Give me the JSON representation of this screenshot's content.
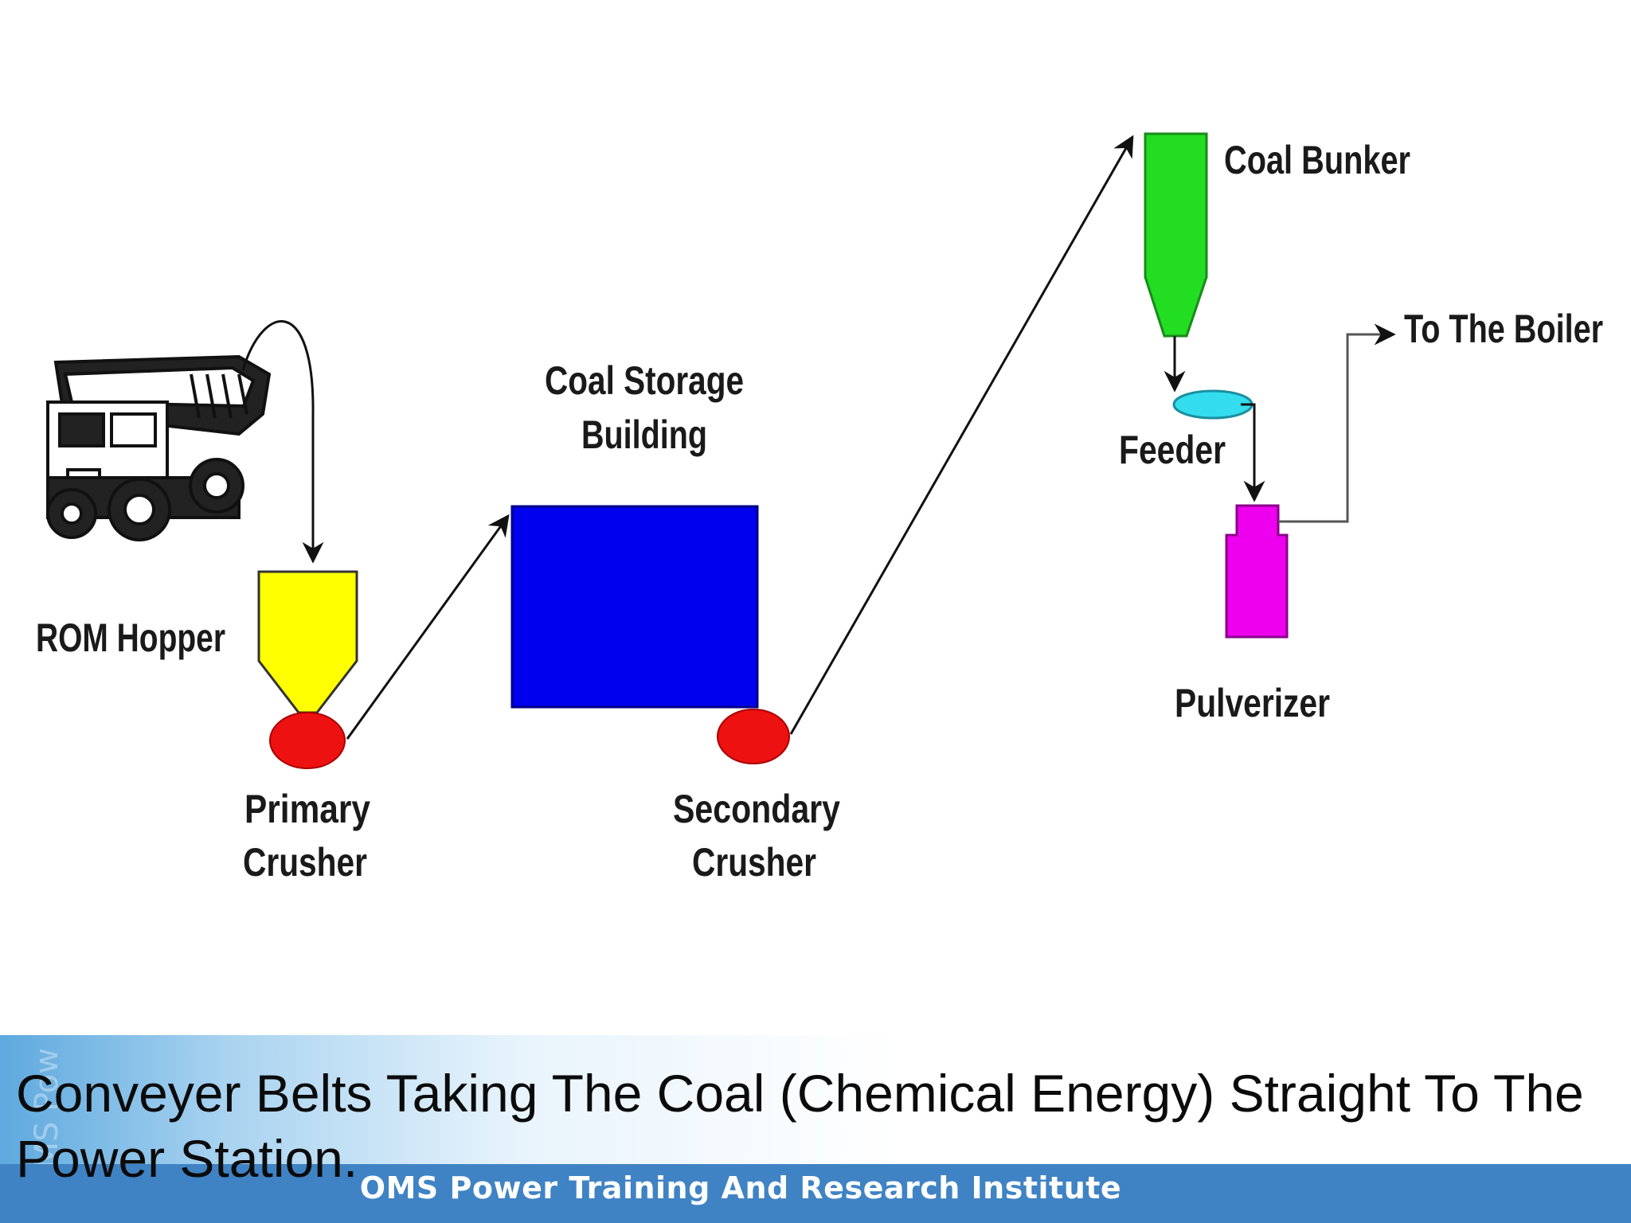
{
  "diagram": {
    "labels": {
      "rom_hopper": "ROM Hopper",
      "primary_crusher_1": "Primary",
      "primary_crusher_2": "Crusher",
      "coal_storage_1": "Coal Storage",
      "coal_storage_2": "Building",
      "secondary_crusher_1": "Secondary",
      "secondary_crusher_2": "Crusher",
      "coal_bunker": "Coal Bunker",
      "feeder": "Feeder",
      "pulverizer": "Pulverizer",
      "to_boiler": "To The Boiler"
    },
    "colors": {
      "rom_hopper": "#ffff00",
      "crusher": "#ee1111",
      "coal_storage": "#0000ee",
      "coal_bunker": "#22dd22",
      "feeder": "#33ddee",
      "pulverizer": "#ee00ee"
    },
    "icons": [
      "dump-truck-icon"
    ]
  },
  "slide": {
    "caption": "Conveyer Belts Taking The Coal (Chemical Energy) Straight To The Power Station.",
    "footer": "OMS Power Training And Research Institute",
    "watermark": "OMS Pow"
  }
}
